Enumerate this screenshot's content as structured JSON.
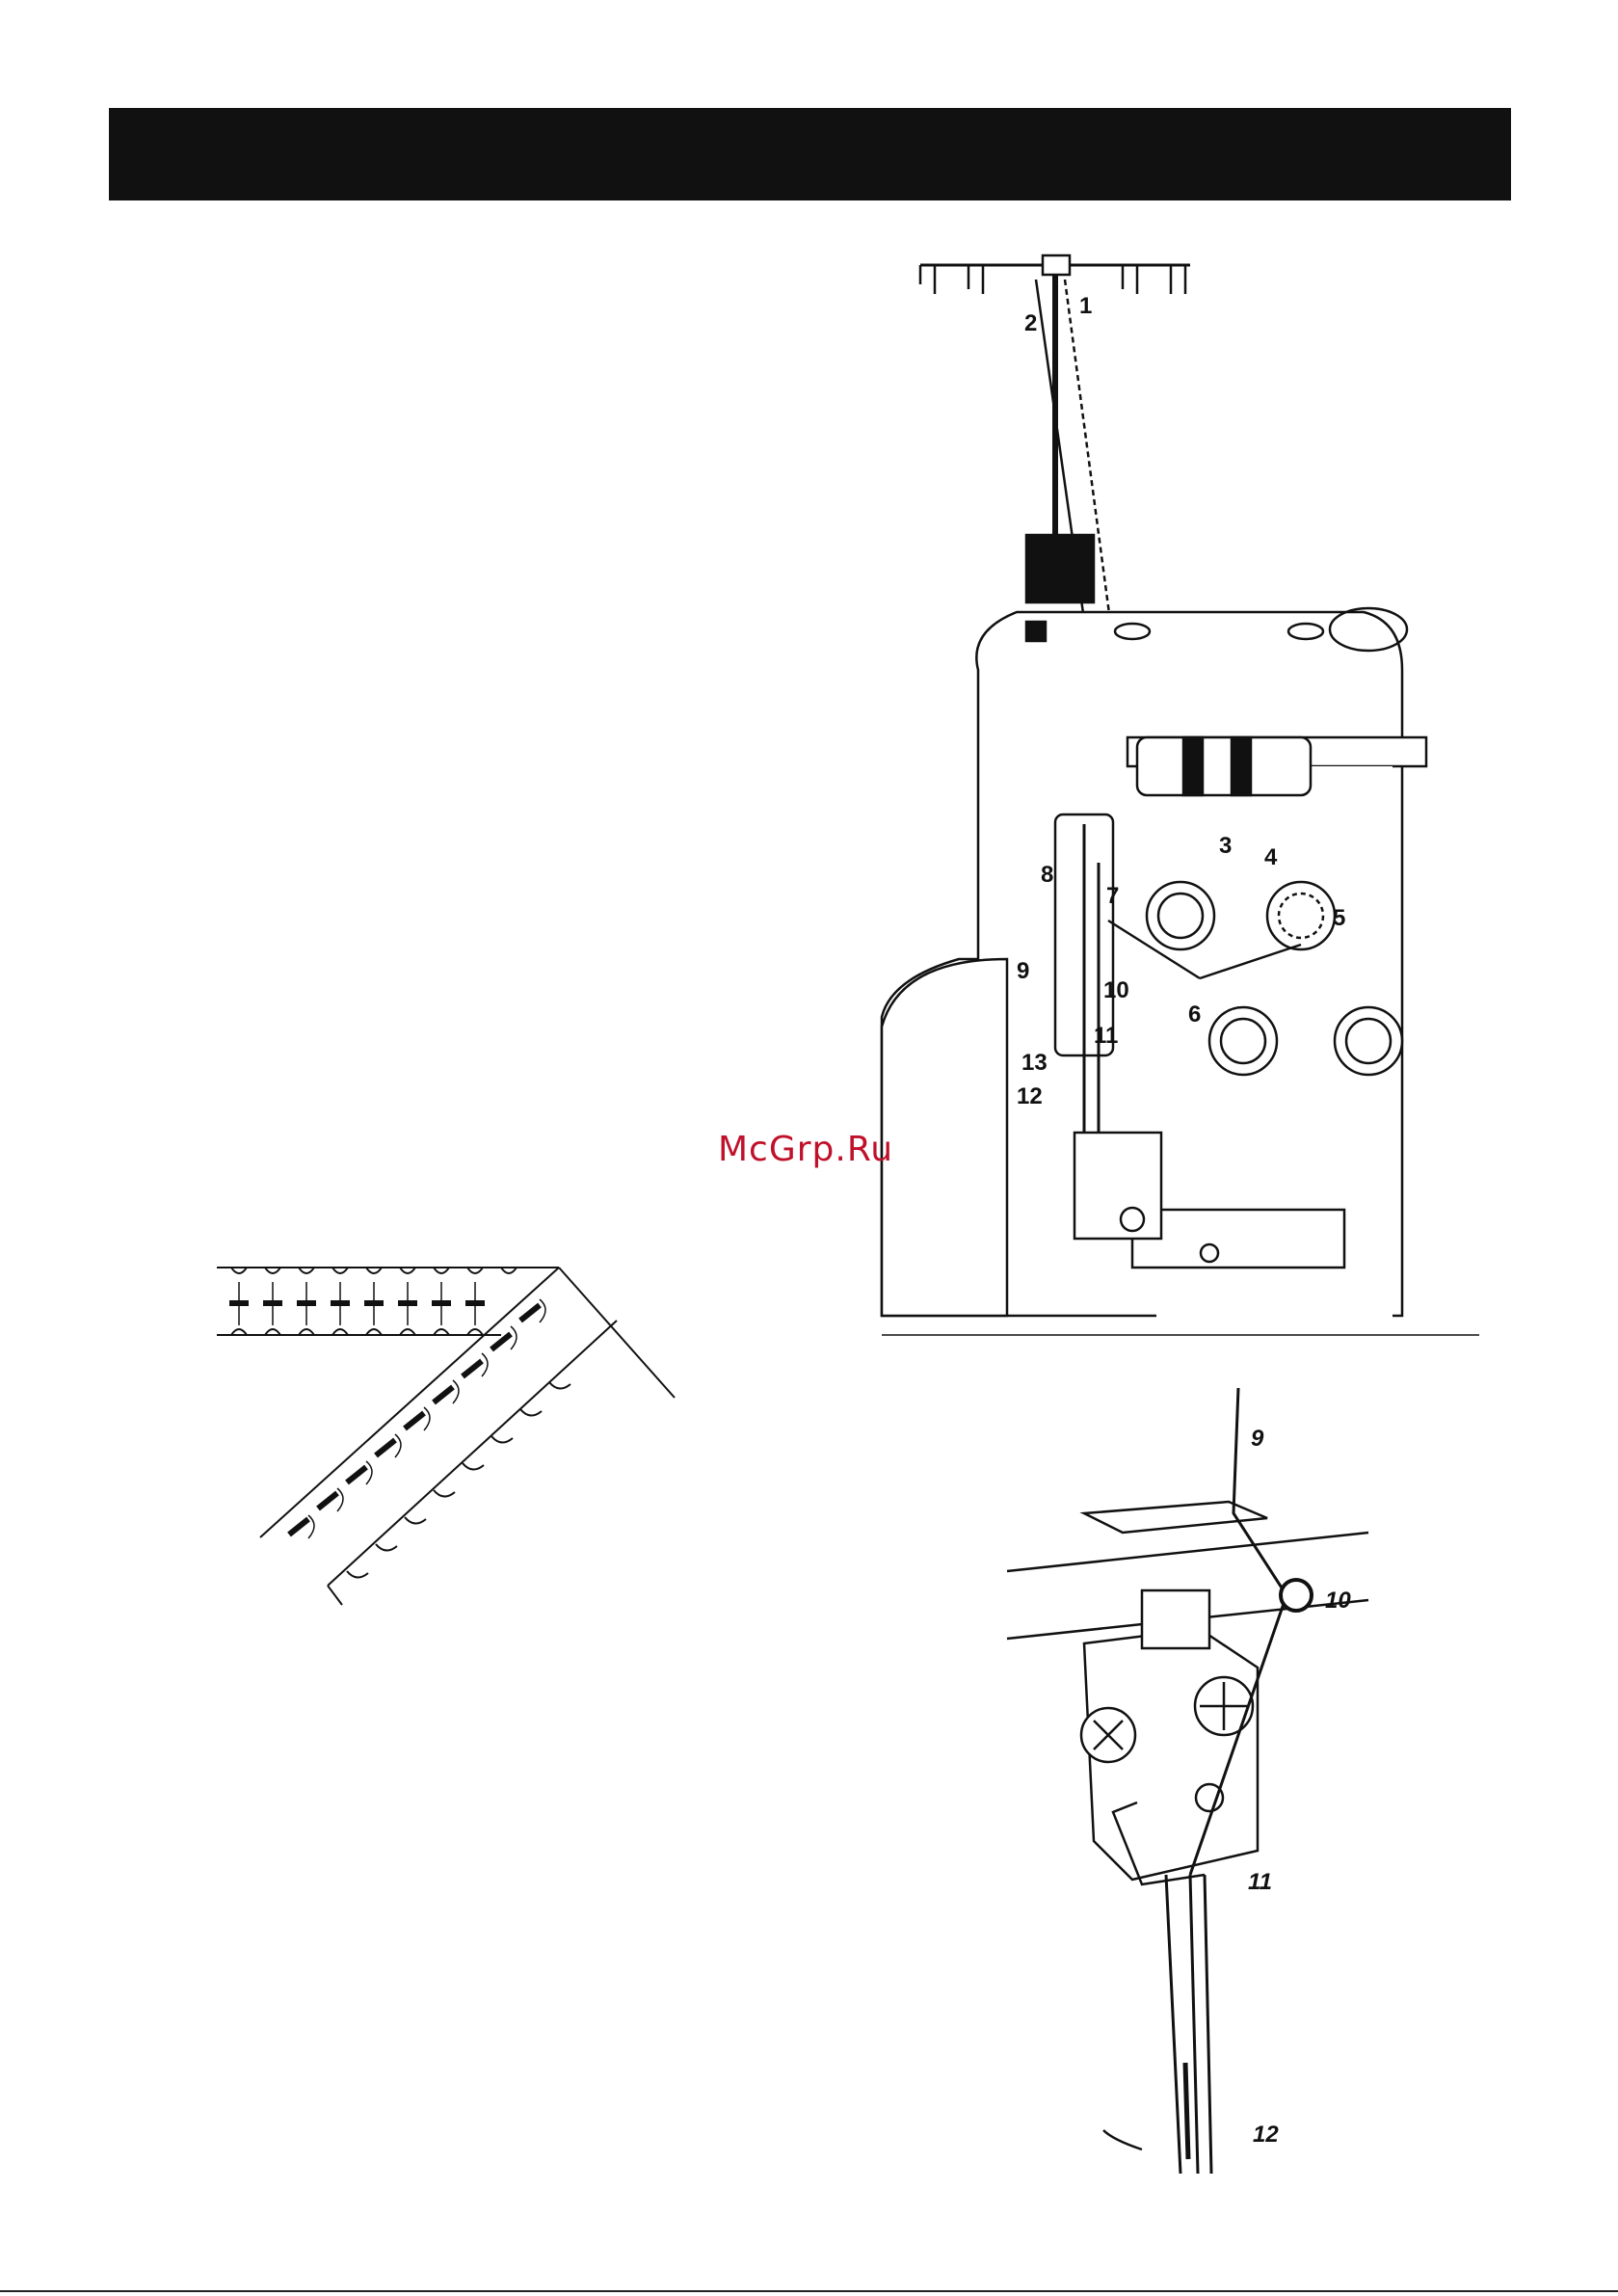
{
  "watermark": {
    "text": "McGrp.Ru",
    "color": "#c0112b"
  },
  "header": {
    "background": "#111111"
  },
  "machine_figure": {
    "callouts": [
      "1",
      "2",
      "3",
      "4",
      "5",
      "6",
      "7",
      "8",
      "9",
      "10",
      "11",
      "12",
      "13"
    ]
  },
  "needle_detail_figure": {
    "callouts": [
      "9",
      "10",
      "11",
      "12"
    ]
  },
  "stitch_figure": {
    "label": ""
  }
}
